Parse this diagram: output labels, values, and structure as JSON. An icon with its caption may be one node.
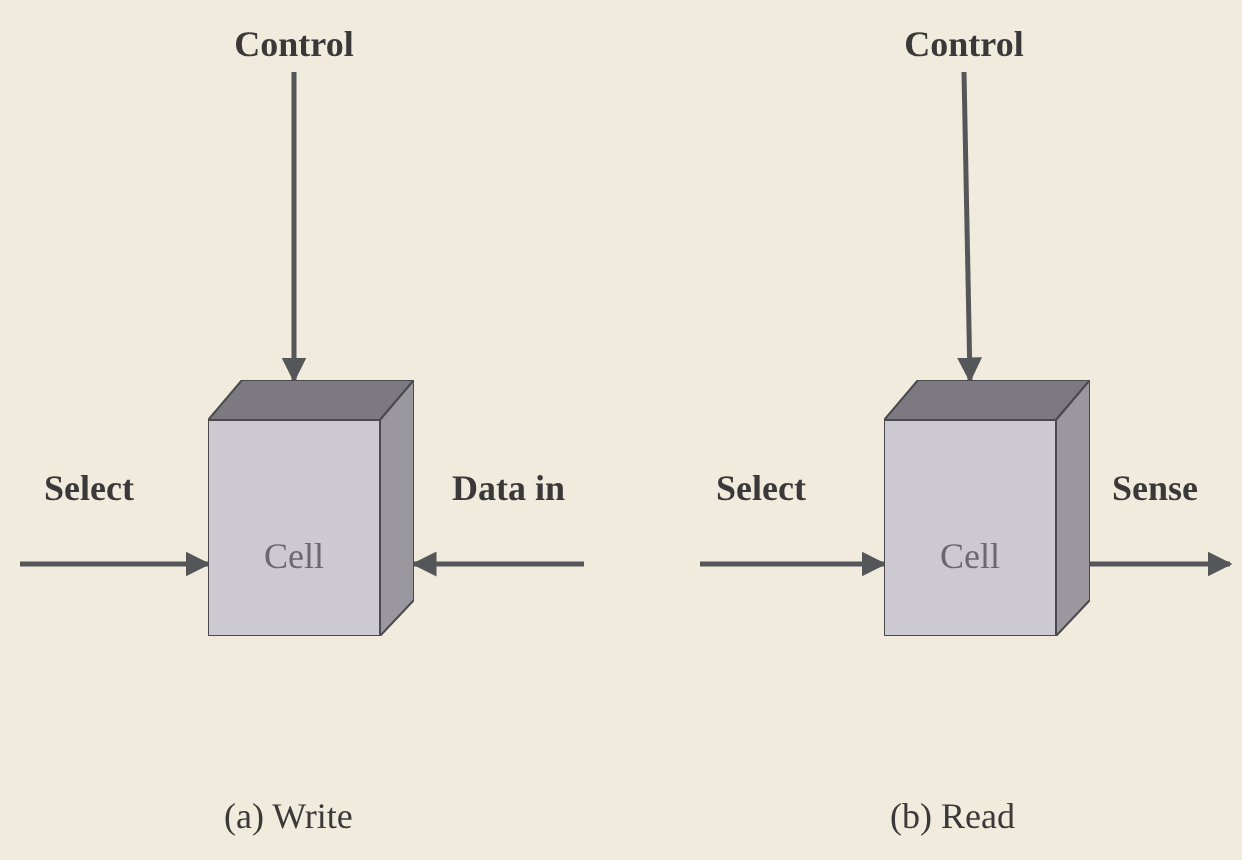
{
  "diagram": {
    "nodes": [
      {
        "text": [
          "Control"
        ]
      },
      {
        "text": [
          "Cell"
        ]
      },
      {
        "text": [
          "Control"
        ]
      },
      {
        "text": [
          "Cell"
        ]
      }
    ],
    "edges": [
      {
        "from": 0,
        "to": 1,
        "arrow": "to"
      },
      {
        "from": null,
        "to": 1,
        "arrow": "to",
        "label": "Select"
      },
      {
        "from": null,
        "to": 1,
        "arrow": "to",
        "label": "Data in"
      },
      {
        "from": 2,
        "to": 3,
        "arrow": "to"
      },
      {
        "from": null,
        "to": 3,
        "arrow": "to",
        "label": "Select"
      },
      {
        "from": 3,
        "to": null,
        "arrow": "to",
        "label": "Sense"
      }
    ],
    "labels": [
      "(a) Write",
      "(b) Read"
    ]
  }
}
